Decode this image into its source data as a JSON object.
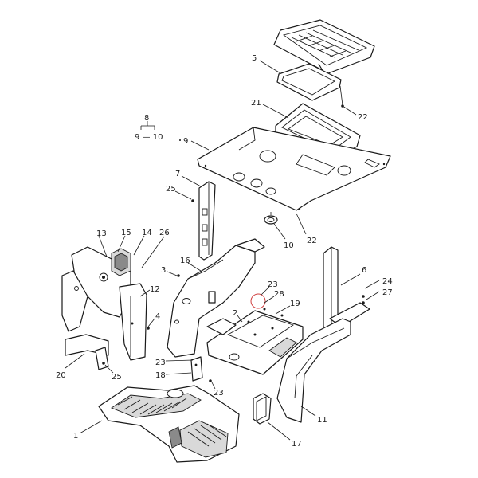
{
  "callouts": {
    "c1": "1",
    "c3": "3",
    "c4": "4",
    "c5": "5",
    "c6": "6",
    "c7": "7",
    "c8": "8",
    "c9_10": "9 — 10",
    "c9": "9",
    "c10": "10",
    "c11": "11",
    "c12": "12",
    "c13": "13",
    "c14": "14",
    "c15": "15",
    "c16": "16",
    "c17": "17",
    "c18": "18",
    "c19": "19",
    "c20": "20",
    "c21": "21",
    "c22a": "22",
    "c22b": "22",
    "c23a": "23",
    "c23b": "23",
    "c23c": "23",
    "c24": "24",
    "c25a": "25",
    "c25b": "25",
    "c26": "26",
    "c27": "27",
    "c28": "28",
    "c2": "2"
  }
}
